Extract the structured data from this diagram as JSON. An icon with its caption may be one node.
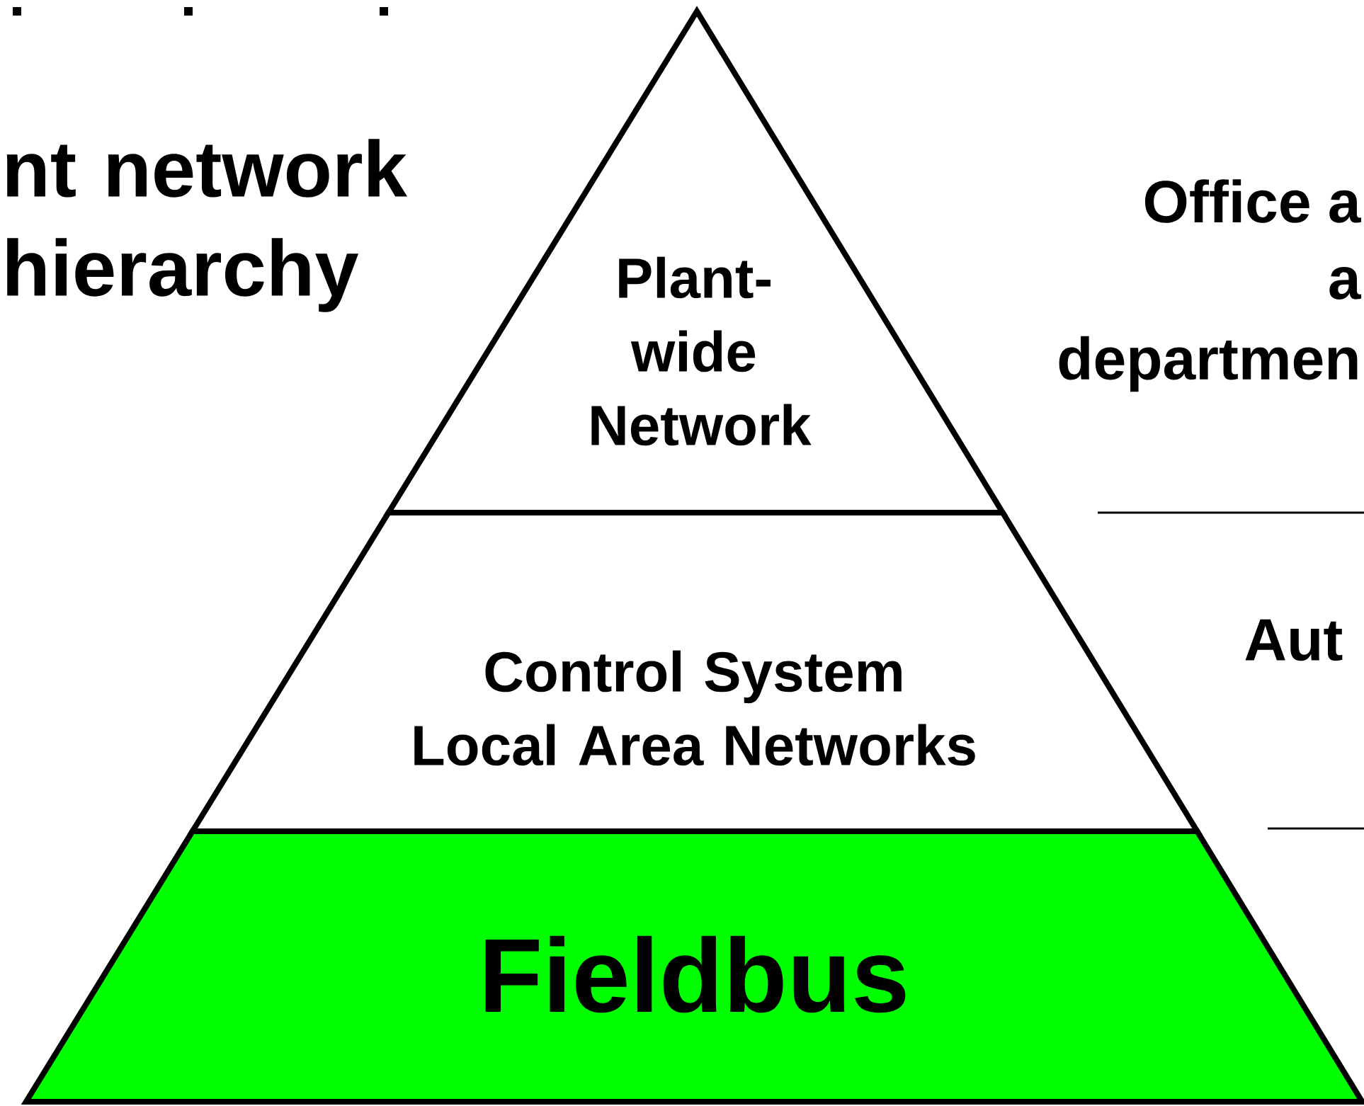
{
  "diagram": {
    "title": "nt network hierarchy",
    "nodes": [
      {
        "text": [
          "Plant- wide Network"
        ]
      },
      {
        "text": [
          "Control System Local Area Networks"
        ]
      },
      {
        "text": [
          "Fieldbus"
        ]
      }
    ],
    "labels": [
      "Office a",
      "a",
      "departmen",
      "Aut"
    ]
  }
}
